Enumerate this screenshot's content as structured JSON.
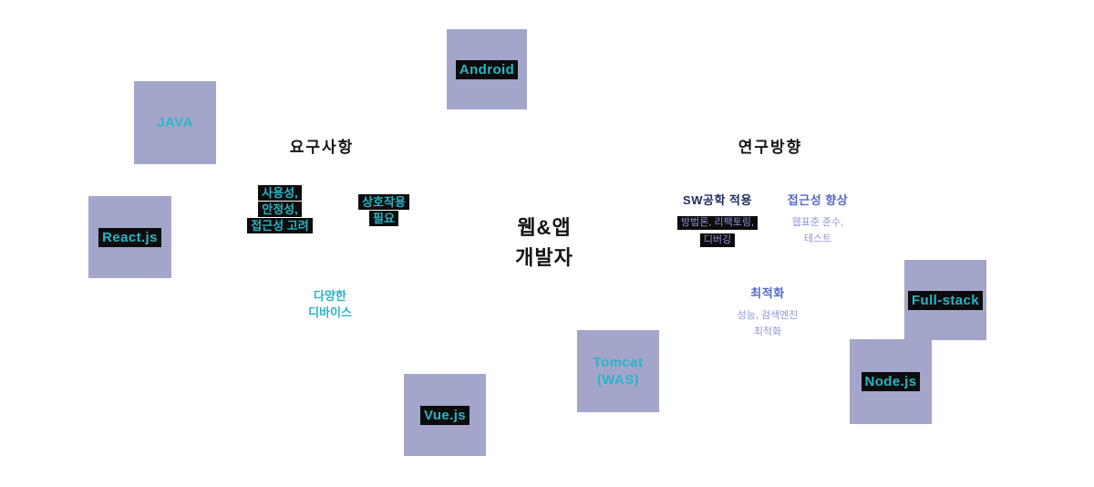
{
  "diagram": {
    "title_center": {
      "line1": "웹&앱",
      "line2": "개발자"
    },
    "headings": {
      "requirements": "요구사항",
      "direction": "연구방향"
    },
    "tech": {
      "android": "Android",
      "java": "JAVA",
      "react": "React.js",
      "vue": "Vue.js",
      "tomcat_line1": "Tomcat",
      "tomcat_line2": "(WAS)",
      "fullstack": "Full-stack",
      "node": "Node.js"
    },
    "notes": {
      "usability": {
        "l1": "사용성,",
        "l2": "안정성,",
        "l3": "접근성 고려"
      },
      "interaction": {
        "l1": "상호작용",
        "l2": "필요"
      },
      "devices": {
        "l1": "다양한",
        "l2": "디바이스"
      },
      "sw": {
        "title": "SW공학 적용",
        "l1": "방법론, 리팩토링,",
        "l2": "디버깅"
      },
      "access": {
        "title": "접근성 향상",
        "l1": "웹표준 준수,",
        "l2": "테스트"
      },
      "opt": {
        "title": "최적화",
        "l1": "성능, 검색엔진",
        "l2": "최적화"
      }
    },
    "colors": {
      "square": "#a3a6ca",
      "teal": "#2ab4c6",
      "blue": "#5668c9",
      "lavender": "#8f94d8",
      "ink": "#141414",
      "highlight": "#0c0c0c",
      "background": "#ffffff"
    }
  }
}
